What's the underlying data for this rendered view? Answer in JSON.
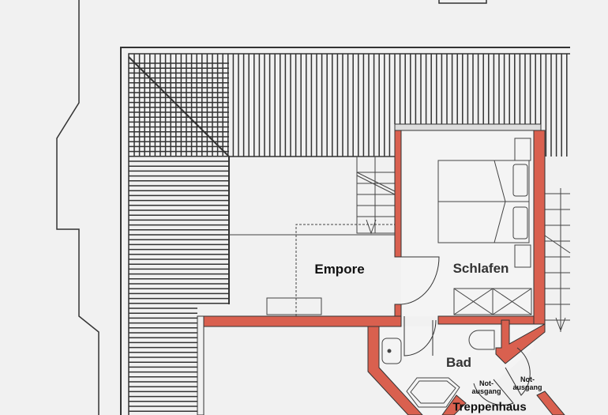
{
  "rooms": {
    "empore": "Empore",
    "schlafen": "Schlafen",
    "bad": "Bad",
    "notausgang_1": "Not-\nausgang",
    "notausgang_2": "Not-\nausgang",
    "treppenhaus": "Treppenhaus"
  },
  "colors": {
    "wall": "#d9604f",
    "line": "#333333",
    "background": "#f1f1f1"
  }
}
